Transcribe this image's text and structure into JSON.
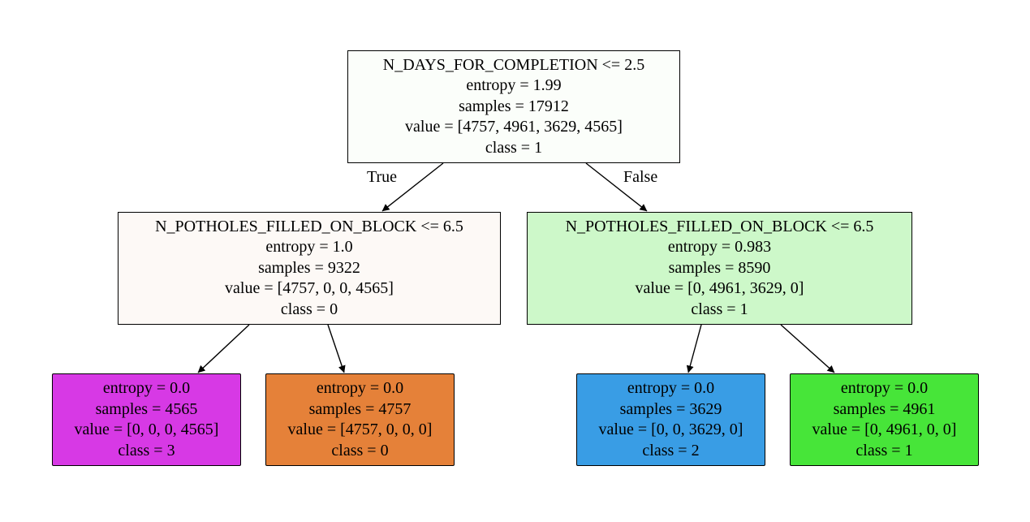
{
  "tree": {
    "nodes": [
      {
        "id": "root",
        "lines": [
          "N_DAYS_FOR_COMPLETION <= 2.5",
          "entropy = 1.99",
          "samples = 17912",
          "value = [4757, 4961, 3629, 4565]",
          "class = 1"
        ],
        "fill": "#fbfefa"
      },
      {
        "id": "left",
        "lines": [
          "N_POTHOLES_FILLED_ON_BLOCK <= 6.5",
          "entropy = 1.0",
          "samples = 9322",
          "value = [4757, 0, 0, 4565]",
          "class = 0"
        ],
        "fill": "#fdf9f6"
      },
      {
        "id": "right",
        "lines": [
          "N_POTHOLES_FILLED_ON_BLOCK <= 6.5",
          "entropy = 0.983",
          "samples = 8590",
          "value = [0, 4961, 3629, 0]",
          "class = 1"
        ],
        "fill": "#cdf8c9"
      },
      {
        "id": "leaf-class-3",
        "lines": [
          "entropy = 0.0",
          "samples = 4565",
          "value = [0, 0, 0, 4565]",
          "class = 3"
        ],
        "fill": "#d739e5"
      },
      {
        "id": "leaf-class-0",
        "lines": [
          "entropy = 0.0",
          "samples = 4757",
          "value = [4757, 0, 0, 0]",
          "class = 0"
        ],
        "fill": "#e58139"
      },
      {
        "id": "leaf-class-2",
        "lines": [
          "entropy = 0.0",
          "samples = 3629",
          "value = [0, 0, 3629, 0]",
          "class = 2"
        ],
        "fill": "#399de5"
      },
      {
        "id": "leaf-class-1",
        "lines": [
          "entropy = 0.0",
          "samples = 4961",
          "value = [0, 4961, 0, 0]",
          "class = 1"
        ],
        "fill": "#47e539"
      }
    ],
    "edges": [
      {
        "from": "root",
        "to": "left",
        "label": "True"
      },
      {
        "from": "root",
        "to": "right",
        "label": "False"
      },
      {
        "from": "left",
        "to": "leaf-class-3",
        "label": ""
      },
      {
        "from": "left",
        "to": "leaf-class-0",
        "label": ""
      },
      {
        "from": "right",
        "to": "leaf-class-2",
        "label": ""
      },
      {
        "from": "right",
        "to": "leaf-class-1",
        "label": ""
      }
    ]
  }
}
